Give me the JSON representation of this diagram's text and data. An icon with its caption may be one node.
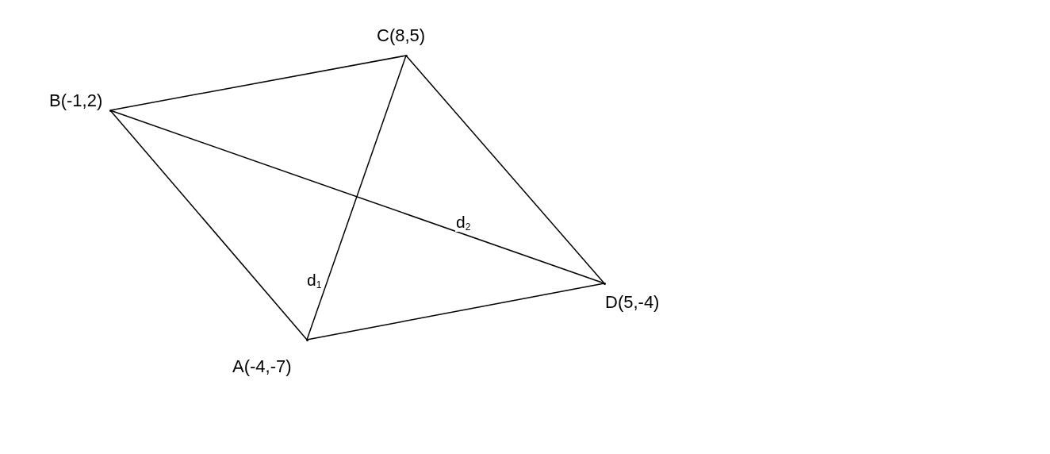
{
  "diagram": {
    "nodes": [
      {
        "text": [],
        "shape": "point",
        "beside": [
          "A(-4,-7)"
        ]
      },
      {
        "text": [],
        "shape": "point",
        "beside": [
          "B(-1,2)"
        ]
      },
      {
        "text": [],
        "shape": "point",
        "beside": [
          "C(8,5)"
        ]
      },
      {
        "text": [],
        "shape": "point",
        "beside": [
          "D(5,-4)"
        ]
      }
    ],
    "edges": [
      {
        "from": 0,
        "to": 1,
        "arrow": "none"
      },
      {
        "from": 1,
        "to": 2,
        "arrow": "none"
      },
      {
        "from": 2,
        "to": 3,
        "arrow": "none"
      },
      {
        "from": 3,
        "to": 0,
        "arrow": "none"
      },
      {
        "from": 0,
        "to": 2,
        "arrow": "none",
        "label": "d$_{1}$"
      },
      {
        "from": 1,
        "to": 3,
        "arrow": "none",
        "label": "d$_{2}$"
      }
    ]
  }
}
